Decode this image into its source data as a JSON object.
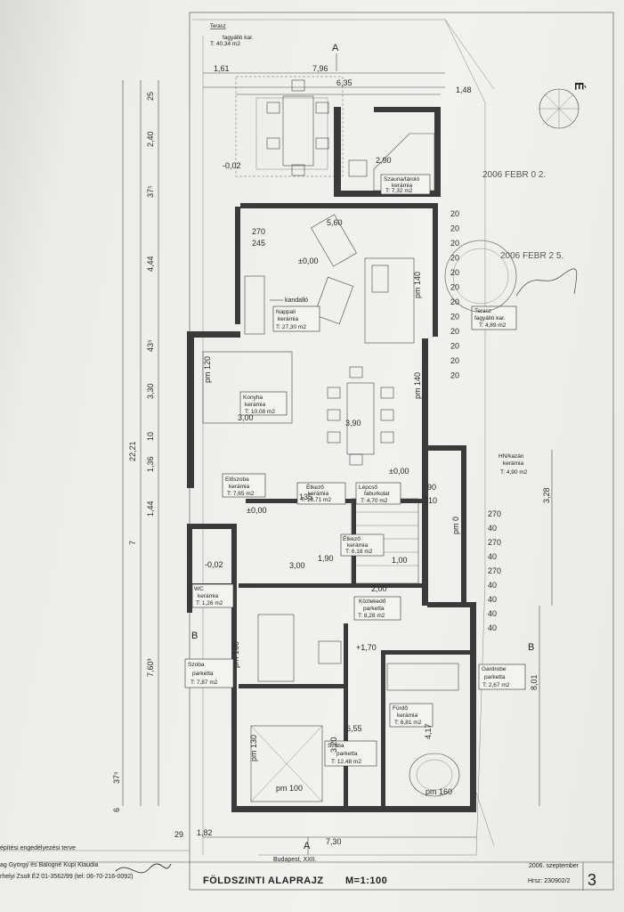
{
  "drawing": {
    "title": "FÖLDSZINTI ALAPRAJZ",
    "scale": "M=1:100",
    "sheet_number": "3",
    "location": "Budapest, XXII.",
    "date": "2006. szeptember",
    "hrsz": "Hrsz: 230902/2",
    "permit_label": "építési engedélyezési terve",
    "designer_line1": "ag György és Balogné Kupi Klaudia",
    "designer_line2": "rhelyi Zsolt  É2 01-3562/99 (tel: 06-70-216-0092)",
    "section_a": "A",
    "section_b": "B",
    "kandallo": "kandalló",
    "north_letter": "É"
  },
  "stamps": {
    "date_1": "2006 FEBR 0 2.",
    "date_2": "2006 FEBR 2 5."
  },
  "rooms": [
    {
      "id": "terasz-top",
      "name": "Terasz",
      "material": "fagyálló kar.",
      "area": "T: 40,34 m2"
    },
    {
      "id": "szauna",
      "name": "Szauna/tároló",
      "material": "kerámia",
      "area": "T: 7,32 m2"
    },
    {
      "id": "nappali",
      "name": "Nappali",
      "material": "kerámia",
      "area": "T: 27,30 m2"
    },
    {
      "id": "terasz-right",
      "name": "Terasz",
      "material": "fagyálló kar.",
      "area": "T: 4,89 m2"
    },
    {
      "id": "konyha",
      "name": "Konyha",
      "material": "kerámia",
      "area": "T: 10,08 m2"
    },
    {
      "id": "hn-kazan",
      "name": "HN/kazán",
      "material": "kerámia",
      "area": "T: 4,90 m2"
    },
    {
      "id": "eloszoba",
      "name": "Előszoba",
      "material": "kerámia",
      "area": "T: 7,65 m2"
    },
    {
      "id": "etkezo",
      "name": "Étkező",
      "material": "kerámia",
      "area": "T: 18,71 m2"
    },
    {
      "id": "lepcso",
      "name": "Lépcső",
      "material": "faburkolat",
      "area": "T: 4,70 m2"
    },
    {
      "id": "etkezo2",
      "name": "Étkező",
      "material": "kerámia",
      "area": "T: 6,18 m2"
    },
    {
      "id": "wc",
      "name": "WC",
      "material": "kerámia",
      "area": "T: 1,26 m2"
    },
    {
      "id": "kozlekedo",
      "name": "Közlekedő",
      "material": "parketta",
      "area": "T: 8,28 m2"
    },
    {
      "id": "szoba1",
      "name": "Szoba",
      "material": "parketta",
      "area": "T: 7,87 m2"
    },
    {
      "id": "gardrobe",
      "name": "Gardrobe",
      "material": "parketta",
      "area": "T: 2,67 m2"
    },
    {
      "id": "furdo",
      "name": "Fürdő",
      "material": "kerámia",
      "area": "T: 6,81 m2"
    },
    {
      "id": "szoba2",
      "name": "Szoba",
      "material": "parketta",
      "area": "T: 12,48 m2"
    }
  ],
  "levels": {
    "zero_1": "±0,00",
    "zero_2": "±0,00",
    "zero_3": "±0,00",
    "minus_1": "-0,02",
    "minus_2": "-0,02",
    "plus_1": "+1,70"
  },
  "dimensions": {
    "top_161": "1,61",
    "top_796": "7,96",
    "top_635": "6,35",
    "top_148": "1,48",
    "left_25": "25",
    "left_240": "2,40",
    "left_375a": "37⁵",
    "left_444": "4,44",
    "left_435": "43⁵",
    "left_330": "3,30",
    "left_10": "10",
    "left_136": "1,36",
    "left_144": "1,44",
    "left_2221": "22,21",
    "left_7": "7",
    "left_760": "7,60³",
    "left_375b": "37⁵",
    "left_6": "6",
    "right_328": "3,28",
    "right_801": "8,01",
    "bot_182": "1,82",
    "bot_730": "7,30",
    "bot_29": "29",
    "i_290": "2,90",
    "i_560": "5,60",
    "i_270": "270",
    "i_245": "245",
    "i_390": "3,90",
    "i_300a": "3,00",
    "i_300b": "3,00",
    "i_190": "1,90",
    "i_100": "1,00",
    "i_200": "2,00",
    "i_655": "6,55",
    "i_320": "3,20",
    "i_417": "4,17",
    "i_135": "135",
    "i_90": "90",
    "i_210": "210",
    "pm100a": "pm 100",
    "pm100b": "pm 100",
    "pm120": "pm 120",
    "pm140a": "pm 140",
    "pm140b": "pm 140",
    "pm160": "pm 160",
    "pm130": "pm 130",
    "pm0": "pm 0"
  },
  "right_column": [
    "20",
    "20",
    "20",
    "20",
    "20",
    "20",
    "20",
    "20",
    "20",
    "20",
    "20",
    "20"
  ],
  "right_column2": [
    "270",
    "40",
    "270",
    "40",
    "270",
    "40",
    "40",
    "40",
    "40"
  ]
}
